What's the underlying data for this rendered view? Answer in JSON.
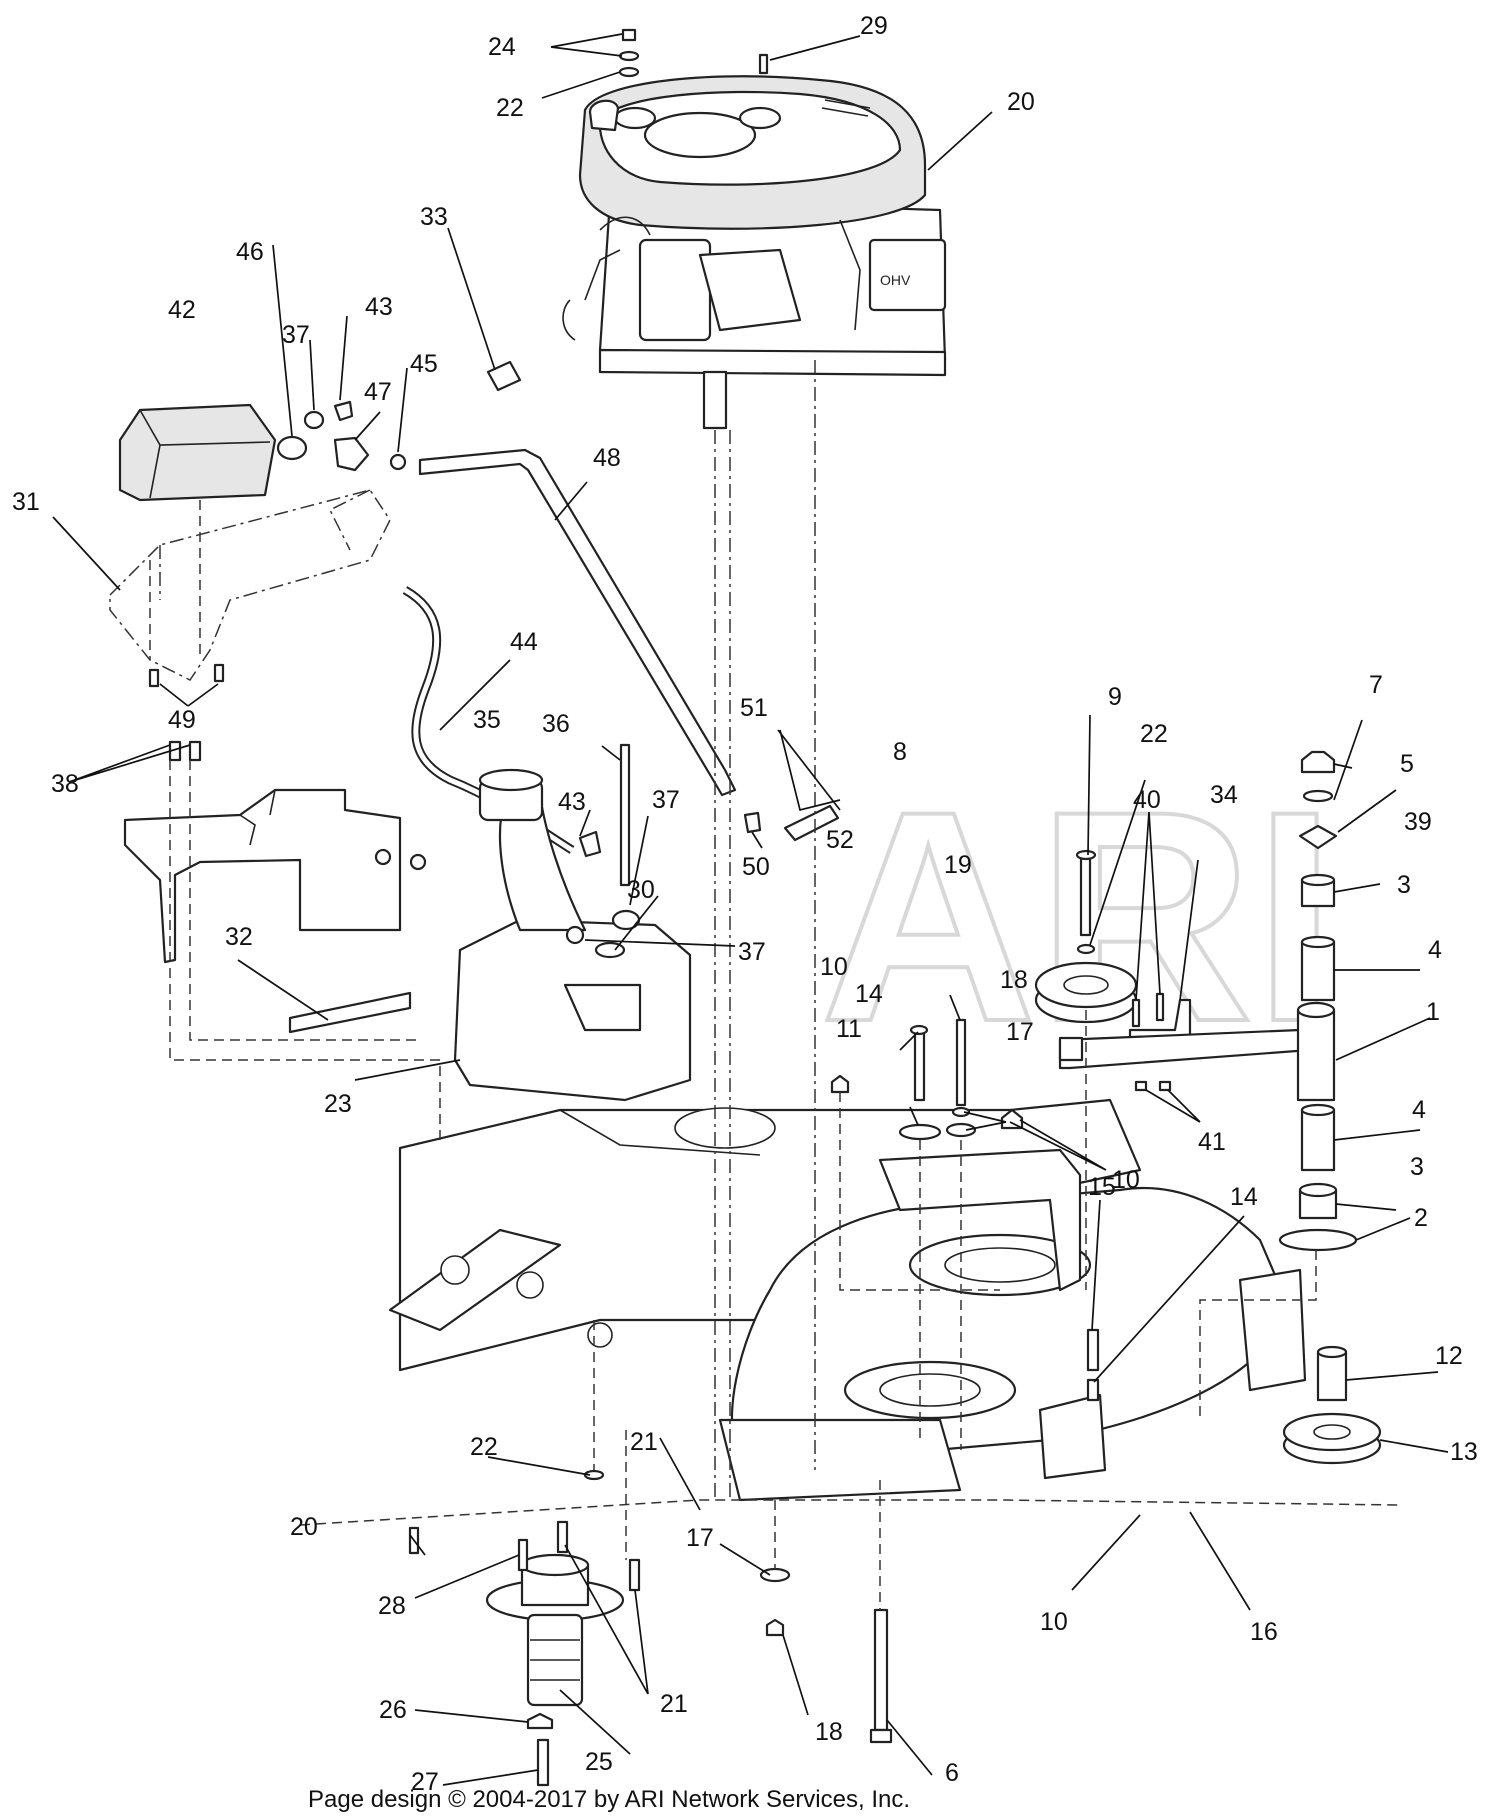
{
  "callouts": [
    {
      "id": "c1",
      "text": "1"
    },
    {
      "id": "c2",
      "text": "2"
    },
    {
      "id": "c3a",
      "text": "3"
    },
    {
      "id": "c3b",
      "text": "3"
    },
    {
      "id": "c4a",
      "text": "4"
    },
    {
      "id": "c4b",
      "text": "4"
    },
    {
      "id": "c5",
      "text": "5"
    },
    {
      "id": "c6",
      "text": "6"
    },
    {
      "id": "c7",
      "text": "7"
    },
    {
      "id": "c8",
      "text": "8"
    },
    {
      "id": "c9",
      "text": "9"
    },
    {
      "id": "c10a",
      "text": "10"
    },
    {
      "id": "c10b",
      "text": "10"
    },
    {
      "id": "c10c",
      "text": "10"
    },
    {
      "id": "c11",
      "text": "11"
    },
    {
      "id": "c12",
      "text": "12"
    },
    {
      "id": "c13",
      "text": "13"
    },
    {
      "id": "c14a",
      "text": "14"
    },
    {
      "id": "c14b",
      "text": "14"
    },
    {
      "id": "c15",
      "text": "15"
    },
    {
      "id": "c16",
      "text": "16"
    },
    {
      "id": "c17a",
      "text": "17"
    },
    {
      "id": "c17b",
      "text": "17"
    },
    {
      "id": "c18a",
      "text": "18"
    },
    {
      "id": "c18b",
      "text": "18"
    },
    {
      "id": "c19",
      "text": "19"
    },
    {
      "id": "c20",
      "text": "20"
    },
    {
      "id": "c21a",
      "text": "21"
    },
    {
      "id": "c21b",
      "text": "21"
    },
    {
      "id": "c22a",
      "text": "22"
    },
    {
      "id": "c22b",
      "text": "22"
    },
    {
      "id": "c22c",
      "text": "22"
    },
    {
      "id": "c23",
      "text": "23"
    },
    {
      "id": "c24",
      "text": "24"
    },
    {
      "id": "c25",
      "text": "25"
    },
    {
      "id": "c26",
      "text": "26"
    },
    {
      "id": "c27",
      "text": "27"
    },
    {
      "id": "c28",
      "text": "28"
    },
    {
      "id": "c29",
      "text": "29"
    },
    {
      "id": "c30",
      "text": "30"
    },
    {
      "id": "c31",
      "text": "31"
    },
    {
      "id": "c32",
      "text": "32"
    },
    {
      "id": "c33",
      "text": "33"
    },
    {
      "id": "c34",
      "text": "34"
    },
    {
      "id": "c35",
      "text": "35"
    },
    {
      "id": "c36",
      "text": "36"
    },
    {
      "id": "c37a",
      "text": "37"
    },
    {
      "id": "c37b",
      "text": "37"
    },
    {
      "id": "c37c",
      "text": "37"
    },
    {
      "id": "c38",
      "text": "38"
    },
    {
      "id": "c39",
      "text": "39"
    },
    {
      "id": "c40",
      "text": "40"
    },
    {
      "id": "c41",
      "text": "41"
    },
    {
      "id": "c42",
      "text": "42"
    },
    {
      "id": "c43a",
      "text": "43"
    },
    {
      "id": "c43b",
      "text": "43"
    },
    {
      "id": "c44",
      "text": "44"
    },
    {
      "id": "c45",
      "text": "45"
    },
    {
      "id": "c46",
      "text": "46"
    },
    {
      "id": "c47",
      "text": "47"
    },
    {
      "id": "c48",
      "text": "48"
    },
    {
      "id": "c49",
      "text": "49"
    },
    {
      "id": "c50",
      "text": "50"
    },
    {
      "id": "c51",
      "text": "51"
    },
    {
      "id": "c52",
      "text": "52"
    }
  ],
  "watermark": "ARI",
  "footer": "Page design © 2004-2017 by ARI Network Services, Inc.",
  "colors": {
    "line": "#222222",
    "background": "#ffffff",
    "watermark": "#d8d8d8"
  }
}
